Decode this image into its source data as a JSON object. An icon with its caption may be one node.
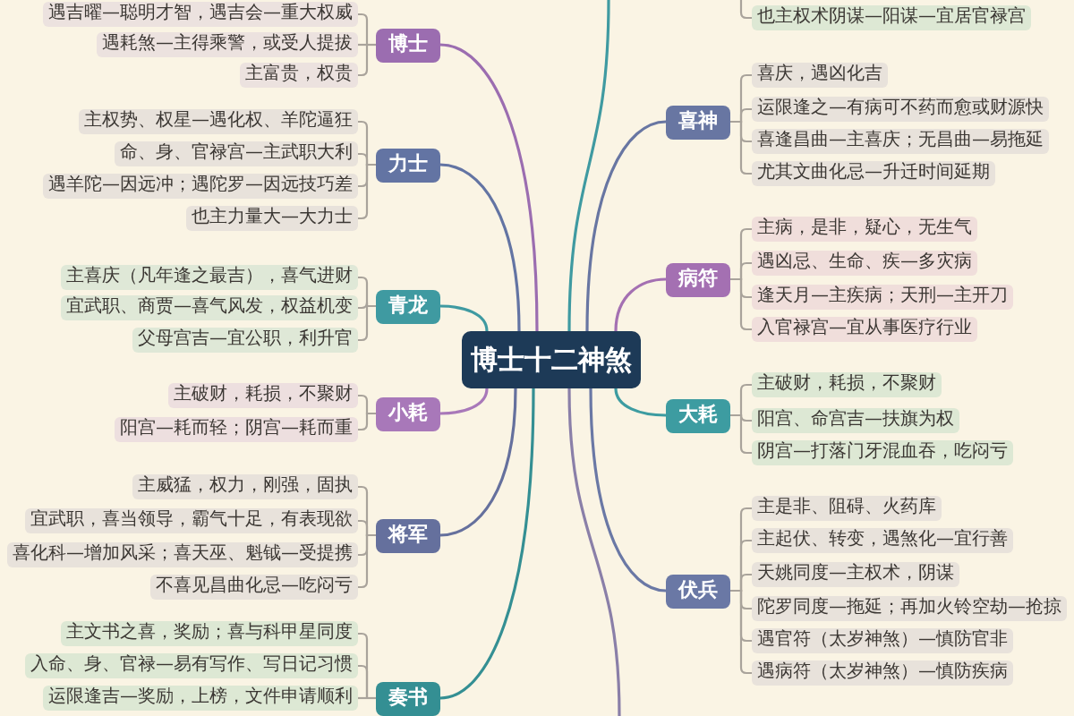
{
  "diagram": {
    "nodes": [
      {
        "text": [
          "博士十二神煞"
        ]
      },
      {
        "text": [
          "博士"
        ]
      },
      {
        "text": [
          "遇吉曜—聪明才智，遇吉会—重大权威"
        ]
      },
      {
        "text": [
          "遇耗煞—主得乘警，或受人提拔"
        ]
      },
      {
        "text": [
          "主富贵，权贵"
        ]
      },
      {
        "text": [
          "力士"
        ]
      },
      {
        "text": [
          "主权势、权星—遇化权、羊陀逼狂"
        ]
      },
      {
        "text": [
          "命、身、官禄宫—主武职大利"
        ]
      },
      {
        "text": [
          "遇羊陀—因远冲；遇陀罗—因远技巧差"
        ]
      },
      {
        "text": [
          "也主力量大—大力士"
        ]
      },
      {
        "text": [
          "青龙"
        ]
      },
      {
        "text": [
          "主喜庆（凡年逢之最吉），喜气进财"
        ]
      },
      {
        "text": [
          "宜武职、商贾—喜气风发，权益机变"
        ]
      },
      {
        "text": [
          "父母宫吉—宜公职，利升官"
        ]
      },
      {
        "text": [
          "小耗"
        ]
      },
      {
        "text": [
          "主破财，耗损，不聚财"
        ]
      },
      {
        "text": [
          "阳宫—耗而轻；阴宫—耗而重"
        ]
      },
      {
        "text": [
          "将军"
        ]
      },
      {
        "text": [
          "主威猛，权力，刚强，固执"
        ]
      },
      {
        "text": [
          "宜武职，喜当领导，霸气十足，有表现欲"
        ]
      },
      {
        "text": [
          "喜化科—增加风采；喜天巫、魁钺—受提携"
        ]
      },
      {
        "text": [
          "不喜见昌曲化忌—吃闷亏"
        ]
      },
      {
        "text": [
          "奏书"
        ]
      },
      {
        "text": [
          "主文书之喜，奖励；喜与科甲星同度"
        ]
      },
      {
        "text": [
          "入命、身、官禄—易有写作、写日记习惯"
        ]
      },
      {
        "text": [
          "运限逢吉—奖励，上榜，文件申请顺利"
        ]
      },
      {
        "text": [
          "也主权术阴谋—阳谋—宜居官禄宫"
        ]
      },
      {
        "text": [
          "喜神"
        ]
      },
      {
        "text": [
          "喜庆，遇凶化吉"
        ]
      },
      {
        "text": [
          "运限逢之—有病可不药而愈或财源快"
        ]
      },
      {
        "text": [
          "喜逢昌曲—主喜庆；无昌曲—易拖延"
        ]
      },
      {
        "text": [
          "尤其文曲化忌—升迁时间延期"
        ]
      },
      {
        "text": [
          "病符"
        ]
      },
      {
        "text": [
          "主病，是非，疑心，无生气"
        ]
      },
      {
        "text": [
          "遇凶忌、生命、疾—多灾病"
        ]
      },
      {
        "text": [
          "逢天月—主疾病；天刑—主开刀"
        ]
      },
      {
        "text": [
          "入官禄宫—宜从事医疗行业"
        ]
      },
      {
        "text": [
          "大耗"
        ]
      },
      {
        "text": [
          "主破财，耗损，不聚财"
        ]
      },
      {
        "text": [
          "阳宫、命宫吉—扶旗为权"
        ]
      },
      {
        "text": [
          "阴宫—打落门牙混血吞，吃闷亏"
        ]
      },
      {
        "text": [
          "伏兵"
        ]
      },
      {
        "text": [
          "主是非、阻碍、火药库"
        ]
      },
      {
        "text": [
          "主起伏、转变，遇煞化—宜行善"
        ]
      },
      {
        "text": [
          "天姚同度—主权术，阴谋"
        ]
      },
      {
        "text": [
          "陀罗同度—拖延；再加火铃空劫—抢掠"
        ]
      },
      {
        "text": [
          "遇官符（太岁神煞）—慎防官非"
        ]
      },
      {
        "text": [
          "遇病符（太岁神煞）—慎防疾病"
        ]
      }
    ],
    "edges": [
      {
        "from": 0,
        "to": 1,
        "arrow": "none",
        "color": "#9b6db0"
      },
      {
        "from": 0,
        "to": 5,
        "arrow": "none",
        "color": "#6374a3"
      },
      {
        "from": 0,
        "to": 10,
        "arrow": "none",
        "color": "#3f9aa1"
      },
      {
        "from": 0,
        "to": 14,
        "arrow": "none",
        "color": "#a878b9"
      },
      {
        "from": 0,
        "to": 17,
        "arrow": "none",
        "color": "#65709d"
      },
      {
        "from": 0,
        "to": 22,
        "arrow": "none",
        "color": "#348f93"
      },
      {
        "from": 0,
        "to": null,
        "arrow": "none",
        "color": "#3f9aa1"
      },
      {
        "from": 0,
        "to": 27,
        "arrow": "none",
        "color": "#6876a2"
      },
      {
        "from": 0,
        "to": 32,
        "arrow": "none",
        "color": "#a470b2"
      },
      {
        "from": 0,
        "to": 37,
        "arrow": "none",
        "color": "#3d9ca1"
      },
      {
        "from": 0,
        "to": 41,
        "arrow": "none",
        "color": "#6a78a5"
      },
      {
        "from": 0,
        "to": null,
        "arrow": "none",
        "color": "#8a7fa8"
      },
      {
        "from": null,
        "to": 26,
        "arrow": "none"
      },
      {
        "from": 1,
        "to": 2,
        "arrow": "none"
      },
      {
        "from": 1,
        "to": 3,
        "arrow": "none"
      },
      {
        "from": 1,
        "to": 4,
        "arrow": "none"
      },
      {
        "from": 5,
        "to": 6,
        "arrow": "none"
      },
      {
        "from": 5,
        "to": 7,
        "arrow": "none"
      },
      {
        "from": 5,
        "to": 8,
        "arrow": "none"
      },
      {
        "from": 5,
        "to": 9,
        "arrow": "none"
      },
      {
        "from": 10,
        "to": 11,
        "arrow": "none"
      },
      {
        "from": 10,
        "to": 12,
        "arrow": "none"
      },
      {
        "from": 10,
        "to": 13,
        "arrow": "none"
      },
      {
        "from": 14,
        "to": 15,
        "arrow": "none"
      },
      {
        "from": 14,
        "to": 16,
        "arrow": "none"
      },
      {
        "from": 17,
        "to": 18,
        "arrow": "none"
      },
      {
        "from": 17,
        "to": 19,
        "arrow": "none"
      },
      {
        "from": 17,
        "to": 20,
        "arrow": "none"
      },
      {
        "from": 17,
        "to": 21,
        "arrow": "none"
      },
      {
        "from": 22,
        "to": 23,
        "arrow": "none"
      },
      {
        "from": 22,
        "to": 24,
        "arrow": "none"
      },
      {
        "from": 22,
        "to": 25,
        "arrow": "none"
      },
      {
        "from": 27,
        "to": 28,
        "arrow": "none"
      },
      {
        "from": 27,
        "to": 29,
        "arrow": "none"
      },
      {
        "from": 27,
        "to": 30,
        "arrow": "none"
      },
      {
        "from": 27,
        "to": 31,
        "arrow": "none"
      },
      {
        "from": 32,
        "to": 33,
        "arrow": "none"
      },
      {
        "from": 32,
        "to": 34,
        "arrow": "none"
      },
      {
        "from": 32,
        "to": 35,
        "arrow": "none"
      },
      {
        "from": 32,
        "to": 36,
        "arrow": "none"
      },
      {
        "from": 37,
        "to": 38,
        "arrow": "none"
      },
      {
        "from": 37,
        "to": 39,
        "arrow": "none"
      },
      {
        "from": 37,
        "to": 40,
        "arrow": "none"
      },
      {
        "from": 41,
        "to": 42,
        "arrow": "none"
      },
      {
        "from": 41,
        "to": 43,
        "arrow": "none"
      },
      {
        "from": 41,
        "to": 44,
        "arrow": "none"
      },
      {
        "from": 41,
        "to": 45,
        "arrow": "none"
      },
      {
        "from": 41,
        "to": 46,
        "arrow": "none"
      },
      {
        "from": 41,
        "to": 47,
        "arrow": "none"
      }
    ]
  }
}
